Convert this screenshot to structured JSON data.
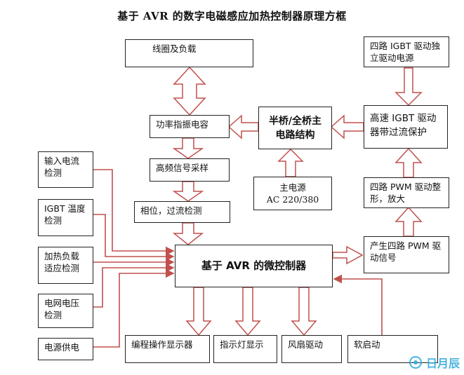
{
  "title": "基于 AVR 的数字电磁感应加热控制器原理方框",
  "colors": {
    "arrow_fill": "#ffffff",
    "arrow_stroke": "#c0504d",
    "line": "#c0504d",
    "box_border": "#222222",
    "watermark": "#2aa8d8"
  },
  "blocks": {
    "coil_load": "线圈及负载",
    "igbt_power": "四路 IGBT 驱动独立驱动电源",
    "cap": "功率指振电容",
    "bridge": "半桥/全桥主电路结构",
    "hs_igbt": "高速 IGBT 驱动器带过流保护",
    "hf_sample": "高频信号采样",
    "mains_title": "主电源",
    "mains_value": "AC 220/380",
    "pwm_shape": "四路 PWM 驱动整形，放大",
    "phase_detect": "相位，过流检测",
    "input_current": "输入电流检测",
    "igbt_temp": "IGBT 温度检测",
    "heat_load": "加热负载适应检测",
    "grid_voltage": "电网电压检测",
    "power_supply": "电源供电",
    "mcu": "基于 AVR 的微控制器",
    "gen_pwm": "产生四路 PWM 驱动信号",
    "display": "编程操作显示器",
    "indicator": "指示灯显示",
    "fan": "风扇驱动",
    "soft_start": "软启动"
  },
  "watermark": "日月辰",
  "icons": {
    "watermark_logo": "ribbon-logo-icon"
  }
}
